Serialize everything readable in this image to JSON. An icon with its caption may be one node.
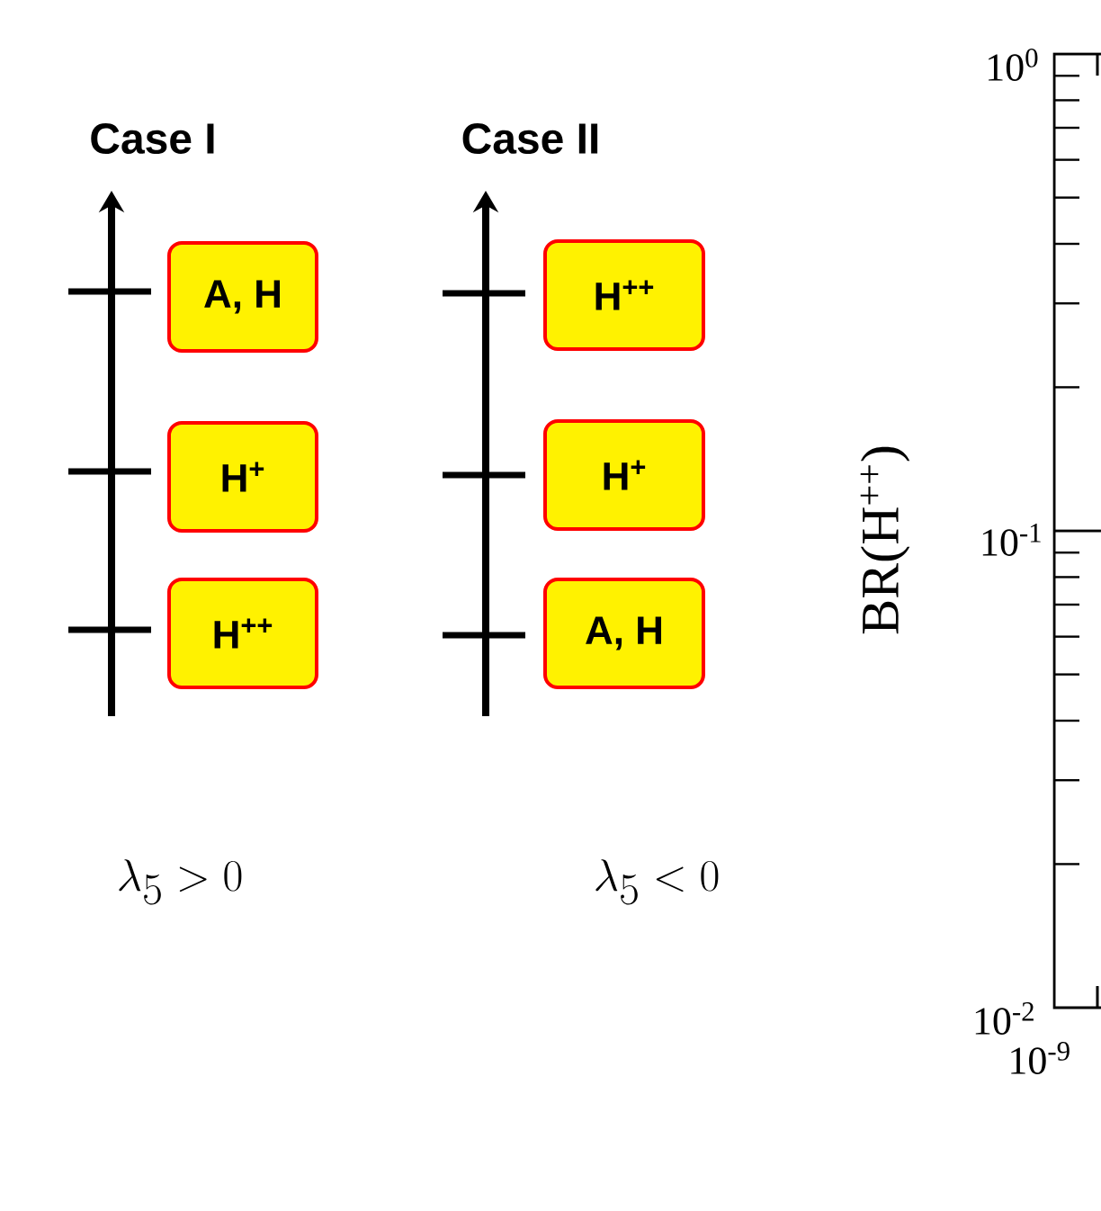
{
  "diagram": {
    "nodes": [
      {
        "text": [
          "A, H"
        ]
      },
      {
        "text": [
          "H$^{+}$"
        ]
      },
      {
        "text": [
          "H$^{++}$"
        ]
      },
      {
        "text": [
          "H$^{++}$"
        ]
      },
      {
        "text": [
          "H$^{+}$"
        ]
      },
      {
        "text": [
          "A, H"
        ]
      }
    ],
    "labels": [
      "Case I",
      "Case II",
      "\\lambda_5 > 0",
      "\\lambda_5 < 0",
      "10$^{0}$",
      "BR(H$^{++}$)",
      "10$^{-1}$",
      "10$^{-2}$",
      "10$^{-9}$"
    ]
  }
}
